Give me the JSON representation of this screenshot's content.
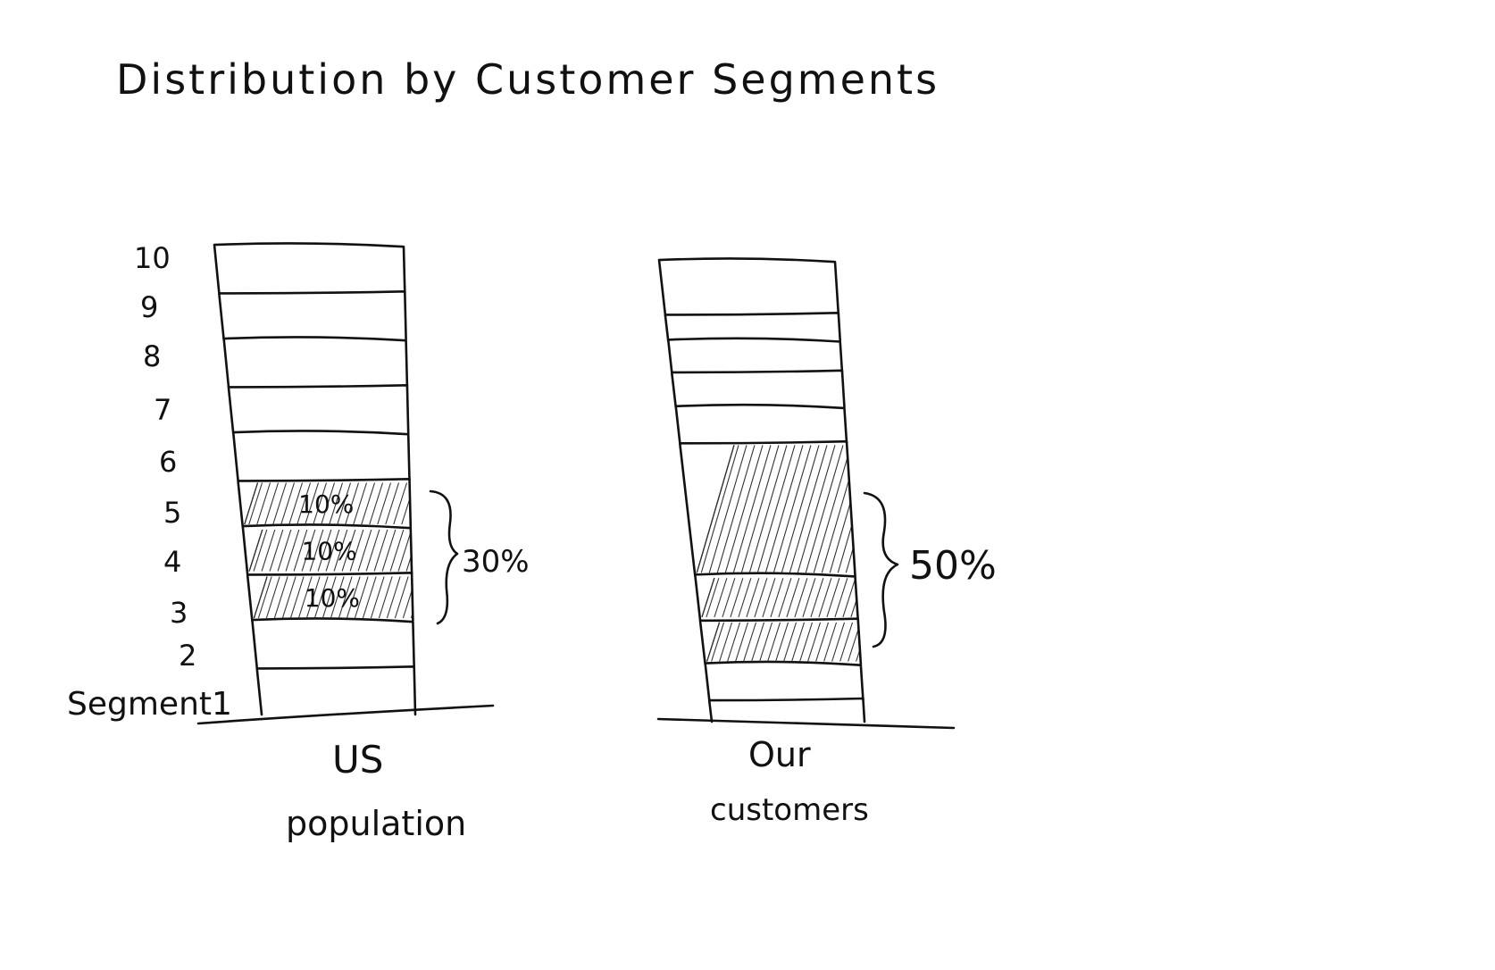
{
  "chart_data": {
    "type": "bar",
    "title": "Distribution by Customer Segments",
    "axis_label": "Segment1",
    "y_ticks": [
      "10",
      "9",
      "8",
      "7",
      "6",
      "5",
      "4",
      "3",
      "2",
      "Segment1"
    ],
    "categories": [
      "US population",
      "Our customers"
    ],
    "category_labels": [
      {
        "line1": "US",
        "line2": "population"
      },
      {
        "line1": "Our",
        "line2": "customers"
      }
    ],
    "stacks": [
      {
        "name": "US population",
        "segments": [
          {
            "segment": 1,
            "value": 10
          },
          {
            "segment": 2,
            "value": 10
          },
          {
            "segment": 3,
            "value": 10,
            "label": "10%",
            "highlighted": true
          },
          {
            "segment": 4,
            "value": 10,
            "label": "10%",
            "highlighted": true
          },
          {
            "segment": 5,
            "value": 10,
            "label": "10%",
            "highlighted": true
          },
          {
            "segment": 6,
            "value": 10
          },
          {
            "segment": 7,
            "value": 10
          },
          {
            "segment": 8,
            "value": 10
          },
          {
            "segment": 9,
            "value": 10
          },
          {
            "segment": 10,
            "value": 10
          }
        ],
        "bracket_label": "30%"
      },
      {
        "name": "Our customers",
        "segments": [
          {
            "segment": 1,
            "value": 5
          },
          {
            "segment": 2,
            "value": 8
          },
          {
            "segment": 3,
            "value": 10,
            "highlighted": true
          },
          {
            "segment": 4,
            "value": 10,
            "highlighted": true
          },
          {
            "segment": 5,
            "value": 30,
            "highlighted": true
          },
          {
            "segment": 6,
            "value": 8
          },
          {
            "segment": 7,
            "value": 8
          },
          {
            "segment": 8,
            "value": 7
          },
          {
            "segment": 9,
            "value": 6
          },
          {
            "segment": 10,
            "value": 12
          }
        ],
        "bracket_label": "50%"
      }
    ],
    "style": "hand-drawn sketch",
    "hatched_segments": [
      3,
      4,
      5
    ]
  }
}
